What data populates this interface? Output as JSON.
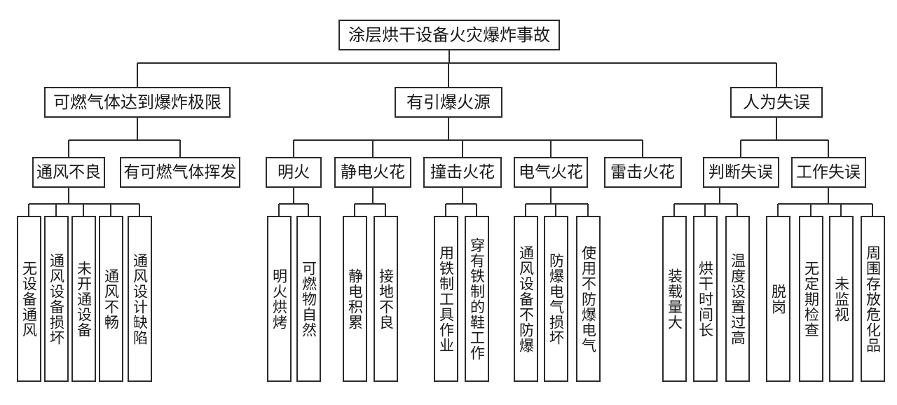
{
  "colors": {
    "background": "#ffffff",
    "line": "#2b2b2b",
    "box_fill": "#ffffff",
    "text": "#1a1a1a"
  },
  "tree": {
    "label": "涂层烘干设备火灾爆炸事故",
    "children": [
      {
        "label": "可燃气体达到爆炸极限",
        "children": [
          {
            "label": "通风不良",
            "children": [
              {
                "label": "无设备通风",
                "children": []
              },
              {
                "label": "通风设备损坏",
                "children": []
              },
              {
                "label": "未开通设备",
                "children": []
              },
              {
                "label": "通风不畅",
                "children": []
              },
              {
                "label": "通风设计缺陷",
                "children": []
              }
            ]
          },
          {
            "label": "有可燃气体挥发",
            "children": []
          }
        ]
      },
      {
        "label": "有引爆火源",
        "children": [
          {
            "label": "明火",
            "children": [
              {
                "label": "明火烘烤",
                "children": []
              },
              {
                "label": "可燃物自然",
                "children": []
              }
            ]
          },
          {
            "label": "静电火花",
            "children": [
              {
                "label": "静电积累",
                "children": []
              },
              {
                "label": "接地不良",
                "children": []
              }
            ]
          },
          {
            "label": "撞击火花",
            "children": [
              {
                "label": "用铁制工具作业",
                "children": []
              },
              {
                "label": "穿有铁制的鞋工作",
                "children": []
              }
            ]
          },
          {
            "label": "电气火花",
            "children": [
              {
                "label": "通风设备不防爆",
                "children": []
              },
              {
                "label": "防爆电气损坏",
                "children": []
              },
              {
                "label": "使用不防爆电气",
                "children": []
              }
            ]
          },
          {
            "label": "雷击火花",
            "children": []
          }
        ]
      },
      {
        "label": "人为失误",
        "children": [
          {
            "label": "判断失误",
            "children": [
              {
                "label": "装载量大",
                "children": []
              },
              {
                "label": "烘干时间长",
                "children": []
              },
              {
                "label": "温度设置过高",
                "children": []
              }
            ]
          },
          {
            "label": "工作失误",
            "children": [
              {
                "label": "脱岗",
                "children": []
              },
              {
                "label": "无定期检查",
                "children": []
              },
              {
                "label": "未监视",
                "children": []
              },
              {
                "label": "周围存放危化品",
                "children": []
              }
            ]
          }
        ]
      }
    ]
  }
}
